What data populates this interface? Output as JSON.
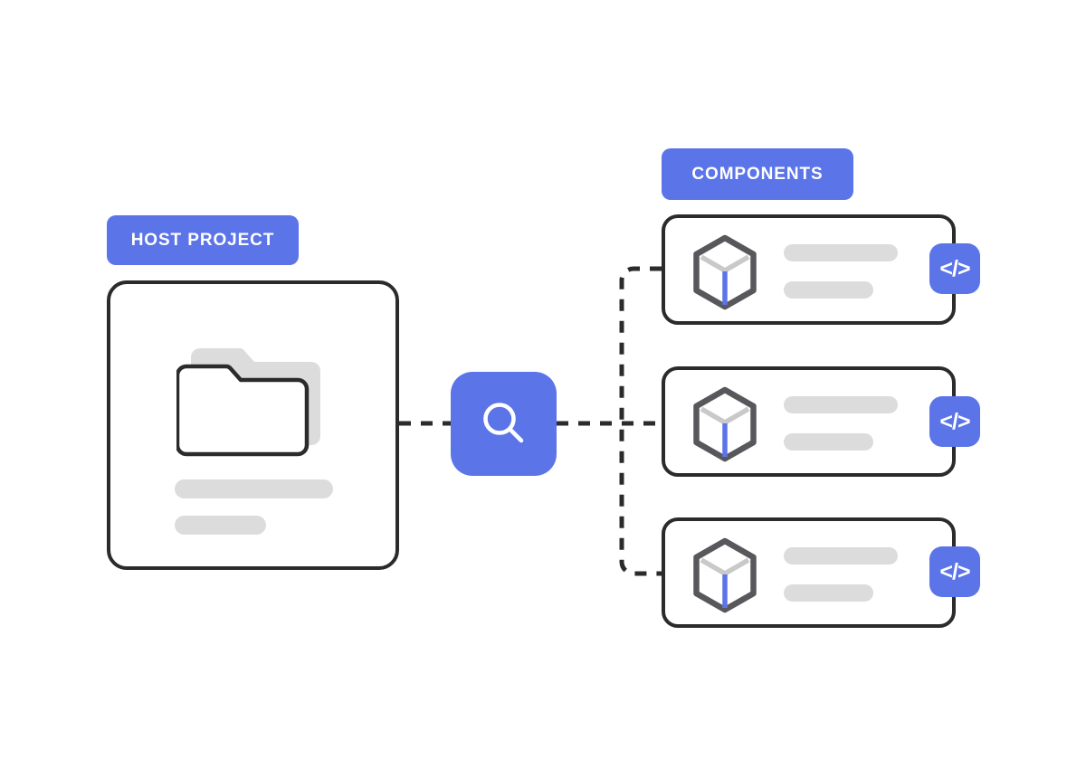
{
  "diagram": {
    "title": "Host project component search",
    "accent_color": "#5b74e8",
    "outline_color": "#2b2b2e",
    "placeholder_color": "#dcdcdc",
    "folder_shadow_color": "#dcdcdc",
    "background": "#ffffff"
  },
  "labels": {
    "host_badge": "HOST PROJECT",
    "components_badge": "COMPONENTS"
  },
  "host_panel": {
    "icon_name": "folder-icon",
    "bars": [
      {
        "name": "host-placeholder-bar-1",
        "width": 175
      },
      {
        "name": "host-placeholder-bar-2",
        "width": 101
      }
    ]
  },
  "search_node": {
    "icon_name": "search-icon",
    "background": "#5b74e8"
  },
  "components": [
    {
      "icon_name": "cube-icon",
      "code_label": "</>",
      "bars": [
        {
          "name": "component-placeholder-bar-1",
          "width": 126
        },
        {
          "name": "component-placeholder-bar-2",
          "width": 99
        }
      ]
    },
    {
      "icon_name": "cube-icon",
      "code_label": "</>",
      "bars": [
        {
          "name": "component-placeholder-bar-1",
          "width": 126
        },
        {
          "name": "component-placeholder-bar-2",
          "width": 99
        }
      ]
    },
    {
      "icon_name": "cube-icon",
      "code_label": "</>",
      "bars": [
        {
          "name": "component-placeholder-bar-1",
          "width": 126
        },
        {
          "name": "component-placeholder-bar-2",
          "width": 99
        }
      ]
    }
  ],
  "connectors": {
    "style": "dashed",
    "color": "#2b2b2e",
    "dash_pattern": "13 11",
    "width": 5
  }
}
